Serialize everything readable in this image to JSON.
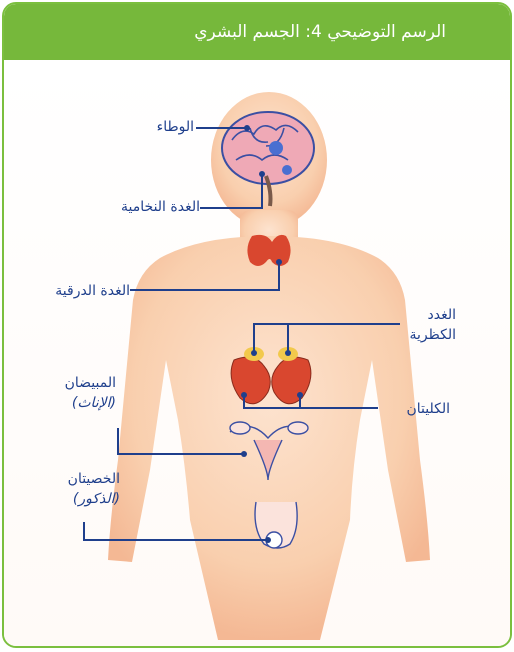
{
  "title": "الرسم التوضيحي 4: الجسم البشري",
  "colors": {
    "header": "#76b83b",
    "label": "#1f3f8c",
    "skin": "#f9c9a4",
    "organ": "#d9472f",
    "gland_yellow": "#f2c94c"
  },
  "labels": {
    "hypothalamus": "الوطاء",
    "pituitary": "الغدة النخامية",
    "thyroid": "الغدة الدرقية",
    "adrenal_line1": "الغدد",
    "adrenal_line2": "الكظرية",
    "kidneys": "الكليتان",
    "ovaries": "المبيضان",
    "ovaries_note": "(الإناث)",
    "testes": "الخصيتان",
    "testes_note": "(الذكور)"
  }
}
